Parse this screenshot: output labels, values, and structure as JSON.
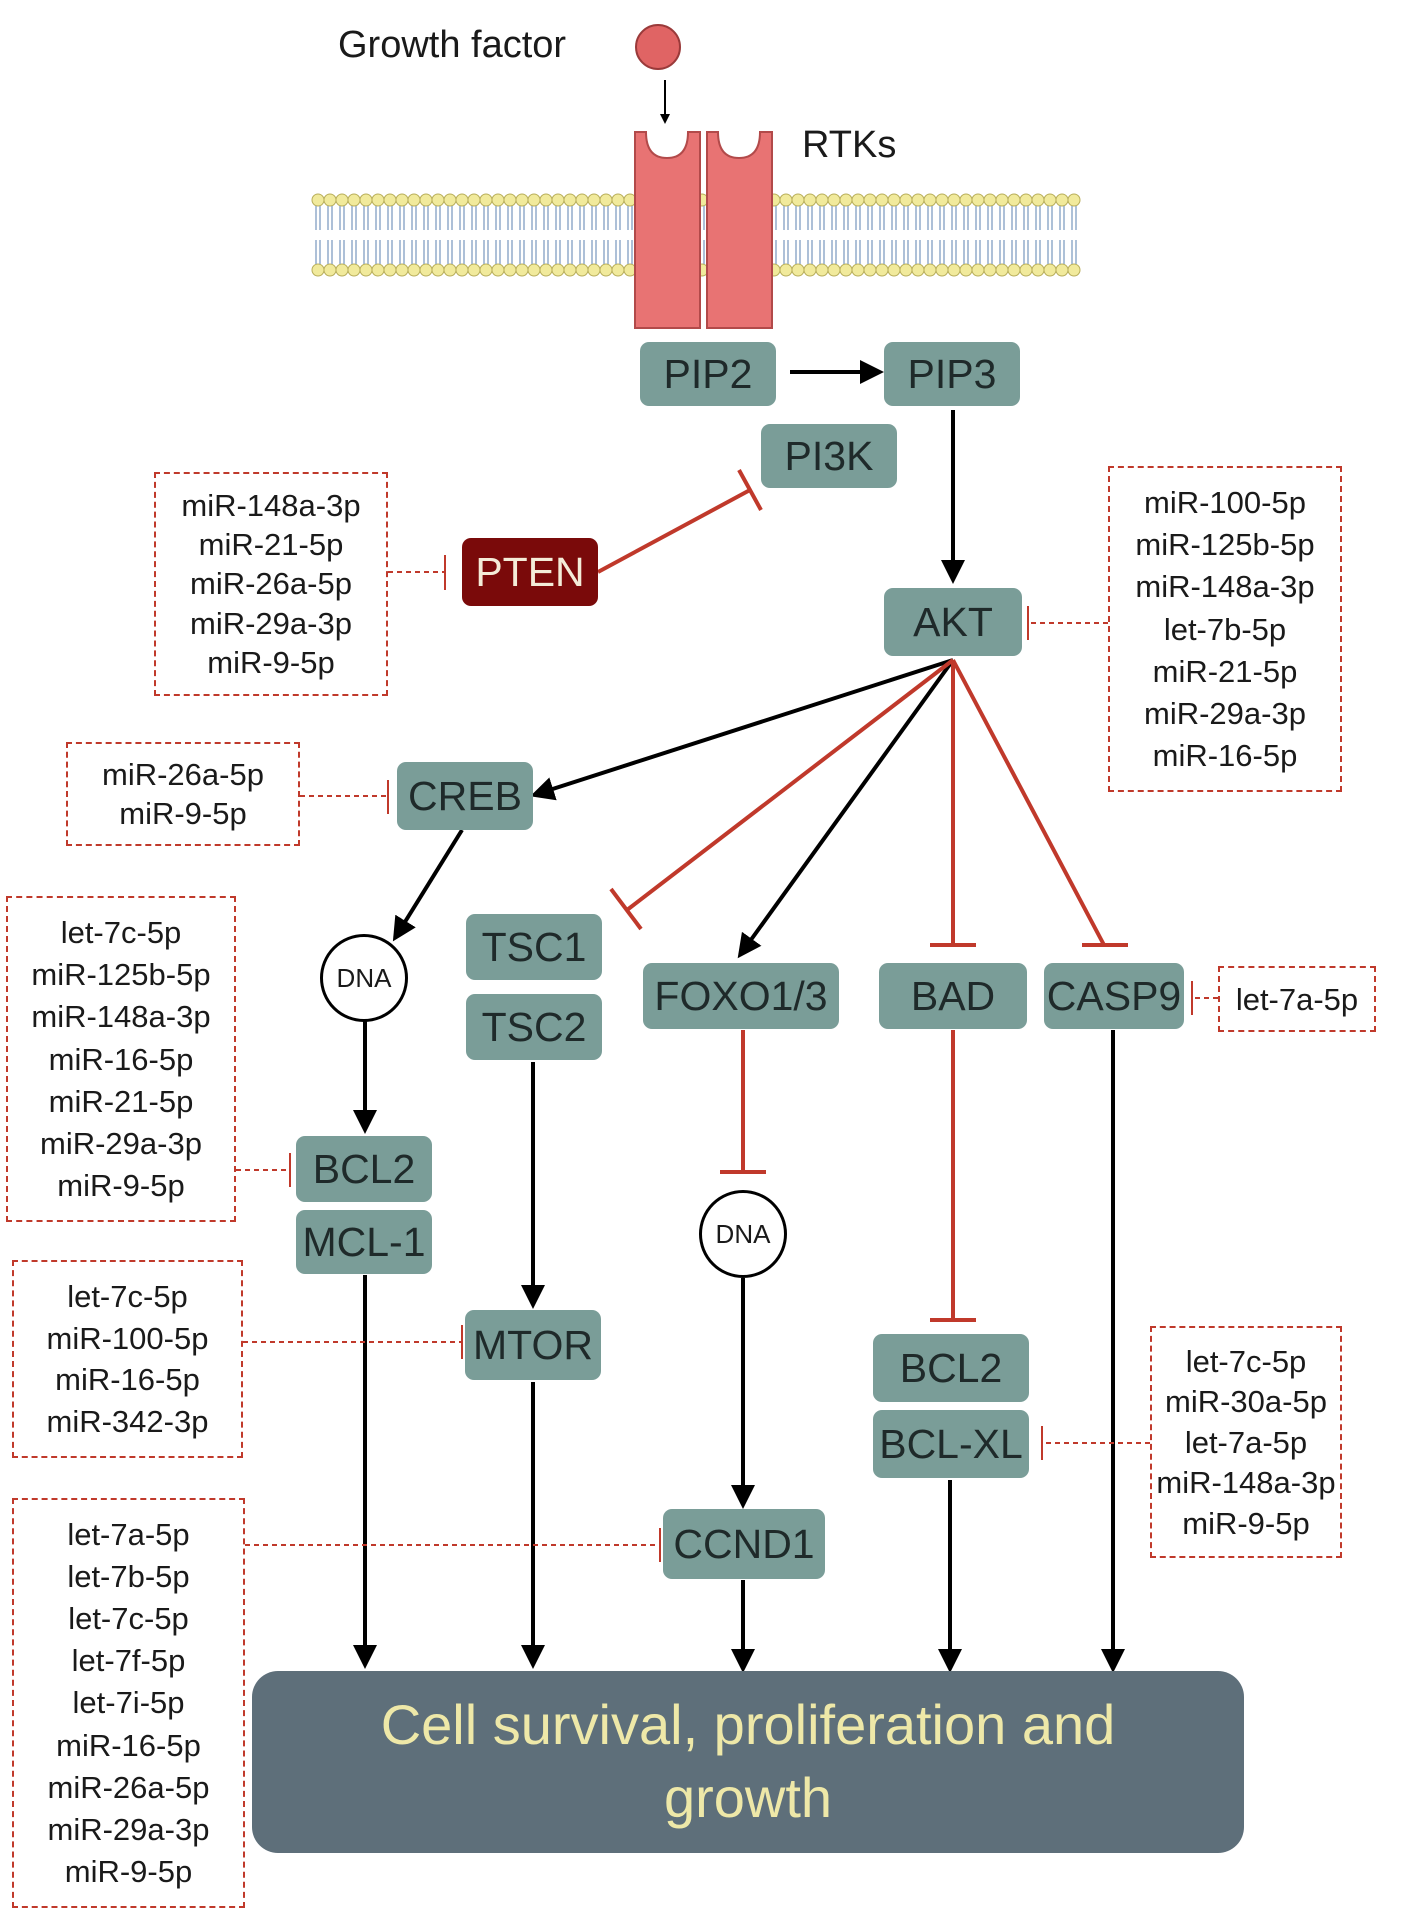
{
  "colors": {
    "node_fill": "#7a9d98",
    "pten_fill": "#7a0a0a",
    "activation_arrow": "#000000",
    "inhibition": "#c0392b",
    "outcome_fill": "#5e6f7a",
    "outcome_text": "#eee8a8",
    "ligand": "#e06464",
    "receptor": "#e87373"
  },
  "labels": {
    "growth_factor": "Growth factor",
    "rtks": "RTKs"
  },
  "nodes": {
    "pip2": "PIP2",
    "pip3": "PIP3",
    "pi3k": "PI3K",
    "pten": "PTEN",
    "akt": "AKT",
    "creb": "CREB",
    "tsc1": "TSC1",
    "tsc2": "TSC2",
    "foxo": "FOXO1/3",
    "bad": "BAD",
    "casp9": "CASP9",
    "bcl2_left": "BCL2",
    "mcl1": "MCL-1",
    "mtor": "MTOR",
    "ccnd1": "CCND1",
    "bcl2_right": "BCL2",
    "bclxl": "BCL-XL",
    "dna_creb": "DNA",
    "dna_foxo": "DNA"
  },
  "outcome": {
    "line1": "Cell survival, proliferation and",
    "line2": "growth"
  },
  "mirna_groups": {
    "pten": [
      "miR-148a-3p",
      "miR-21-5p",
      "miR-26a-5p",
      "miR-29a-3p",
      "miR-9-5p"
    ],
    "akt": [
      "miR-100-5p",
      "miR-125b-5p",
      "miR-148a-3p",
      "let-7b-5p",
      "miR-21-5p",
      "miR-29a-3p",
      "miR-16-5p"
    ],
    "creb": [
      "miR-26a-5p",
      "miR-9-5p"
    ],
    "bcl2_mcl1": [
      "let-7c-5p",
      "miR-125b-5p",
      "miR-148a-3p",
      "miR-16-5p",
      "miR-21-5p",
      "miR-29a-3p",
      "miR-9-5p"
    ],
    "casp9": [
      "let-7a-5p"
    ],
    "mtor": [
      "let-7c-5p",
      "miR-100-5p",
      "miR-16-5p",
      "miR-342-3p"
    ],
    "bcl2_bclxl": [
      "let-7c-5p",
      "miR-30a-5p",
      "let-7a-5p",
      "miR-148a-3p",
      "miR-9-5p"
    ],
    "ccnd1": [
      "let-7a-5p",
      "let-7b-5p",
      "let-7c-5p",
      "let-7f-5p",
      "let-7i-5p",
      "miR-16-5p",
      "miR-26a-5p",
      "miR-29a-3p",
      "miR-9-5p"
    ]
  }
}
